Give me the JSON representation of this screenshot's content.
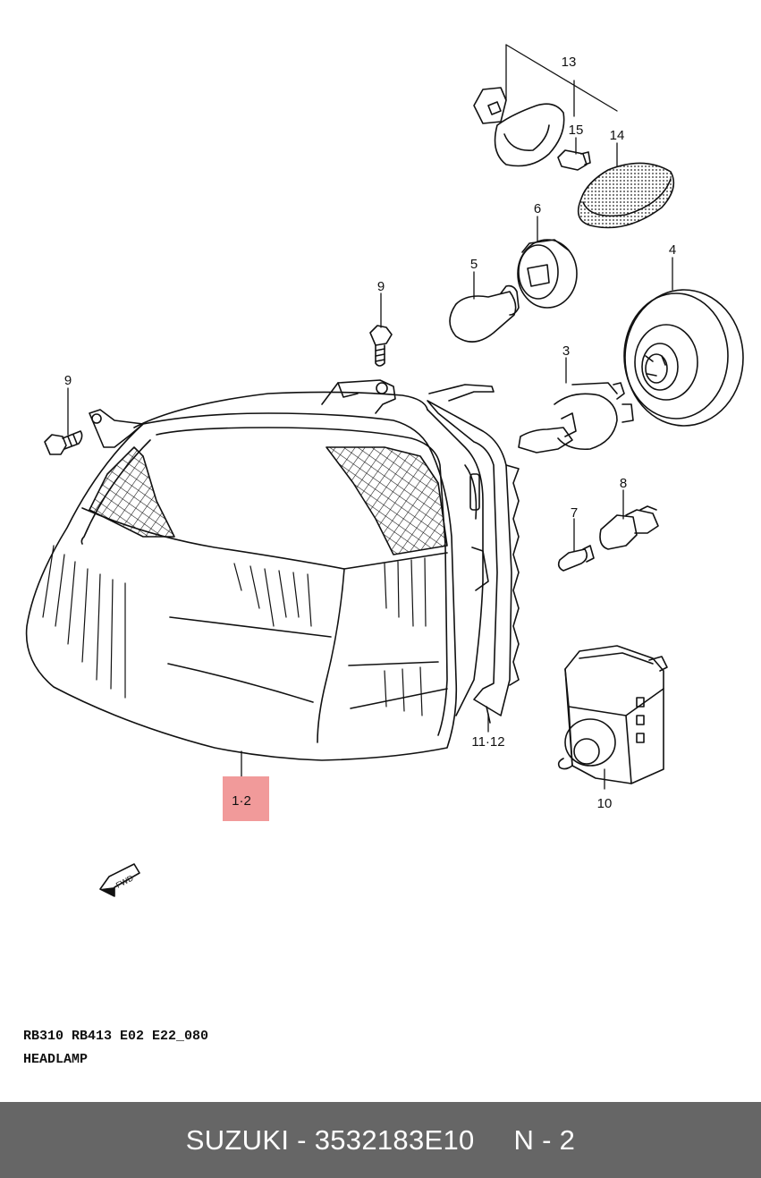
{
  "callouts": [
    {
      "id": "13",
      "label": "13"
    },
    {
      "id": "15",
      "label": "15"
    },
    {
      "id": "14",
      "label": "14"
    },
    {
      "id": "6",
      "label": "6"
    },
    {
      "id": "5",
      "label": "5"
    },
    {
      "id": "4",
      "label": "4"
    },
    {
      "id": "9a",
      "label": "9"
    },
    {
      "id": "9b",
      "label": "9"
    },
    {
      "id": "3",
      "label": "3"
    },
    {
      "id": "8",
      "label": "8"
    },
    {
      "id": "7",
      "label": "7"
    },
    {
      "id": "11-12",
      "label": "11·12"
    },
    {
      "id": "1-2",
      "label": "1·2"
    },
    {
      "id": "10",
      "label": "10"
    }
  ],
  "fwd_arrow": {
    "label": "FWD"
  },
  "highlight_color": "#f19a9a",
  "footer_color": "#666666",
  "model_codes": "RB310  RB413  E02  E22_080",
  "section_name": "HEADLAMP",
  "footer": {
    "brand": "SUZUKI",
    "separator": " - ",
    "part_number": "3532183E10",
    "page": "N - 2"
  }
}
